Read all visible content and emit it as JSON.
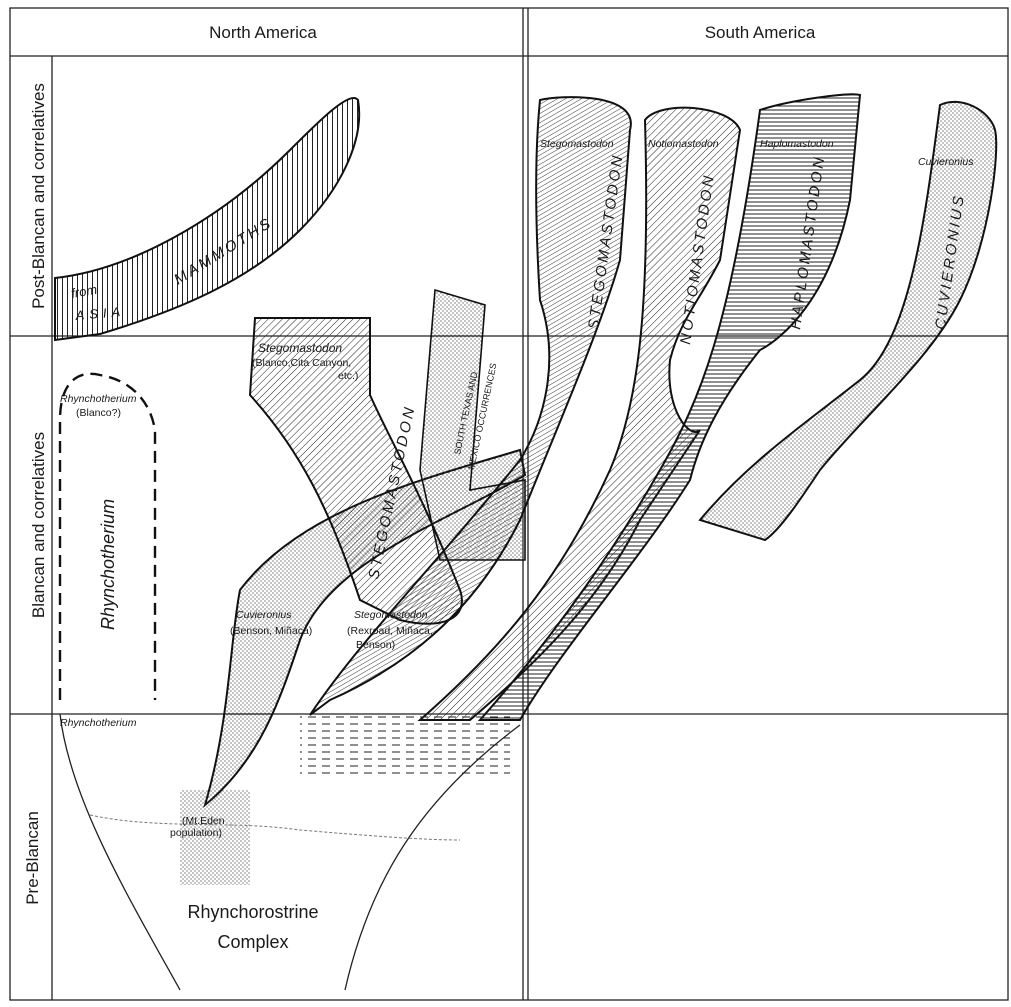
{
  "headers": {
    "north": "North America",
    "south": "South America"
  },
  "bands": {
    "post": "Post-Blancan and correlatives",
    "blancan": "Blancan and correlatives",
    "pre": "Pre-Blancan"
  },
  "labels": {
    "mammoths": "MAMMOTHS",
    "from": "from",
    "asia": "ASIA",
    "stego_sa_top": "Stegomastodon",
    "notio_top": "Notiomastodon",
    "haplo_top": "Haplomastodon",
    "cuvier_top": "Cuvieronius",
    "stego_sa_big": "STEGOMASTODON",
    "notio_big": "NOTIOMASTODON",
    "haplo_big": "HAPLOMASTODON",
    "cuvier_big": "CUVIERONIUS",
    "stego_na_label": "Stegomastodon",
    "stego_na_sites_1": "(Blanco,Cita Canyon,",
    "stego_na_sites_2": "etc.)",
    "stego_na_big": "STEGOMASTODON",
    "south_texas_1": "SOUTH TEXAS AND",
    "south_texas_2": "MEXICO OCCURRENCES",
    "rhyncho_upper": "Rhynchotherium",
    "rhyncho_upper_site": "(Blanco?)",
    "rhyncho_big": "Rhynchotherium",
    "rhyncho_lower": "Rhynchotherium",
    "cuvier_na": "Cuvieronius",
    "cuvier_na_sites": "(Benson, Miñaca)",
    "stego_na2": "Stegomastodon",
    "stego_na2_sites_1": "(Rexroad, Miñaca,",
    "stego_na2_sites_2": "Benson)",
    "mt_eden_1": "(Mt.Eden",
    "mt_eden_2": "population)",
    "complex_1": "Rhynchorostrine",
    "complex_2": "Complex"
  },
  "style": {
    "ink": "#1a1a1a",
    "paper": "#ffffff",
    "fill_gray": "#d9d9d9"
  }
}
